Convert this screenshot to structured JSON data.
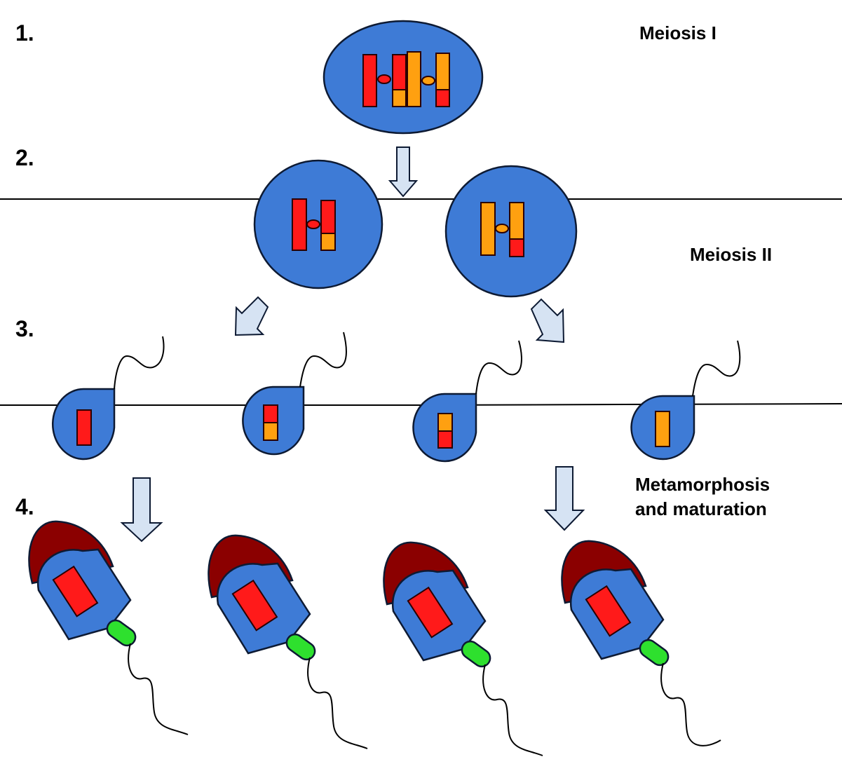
{
  "step_labels": [
    "1.",
    "2.",
    "3.",
    "4."
  ],
  "phase_labels": {
    "meiosis_one": "Meiosis I",
    "meiosis_two": "Meiosis II",
    "metamorphosis_line1": "Metamorphosis",
    "metamorphosis_line2": "and maturation"
  },
  "colors": {
    "cell": "#3e7bd6",
    "chromosome_red": "#ff1a1a",
    "chromosome_orange": "#ffa010",
    "acrosome": "#8b0000",
    "midpiece": "#2ee02e",
    "arrow": "#d6e3f3"
  }
}
